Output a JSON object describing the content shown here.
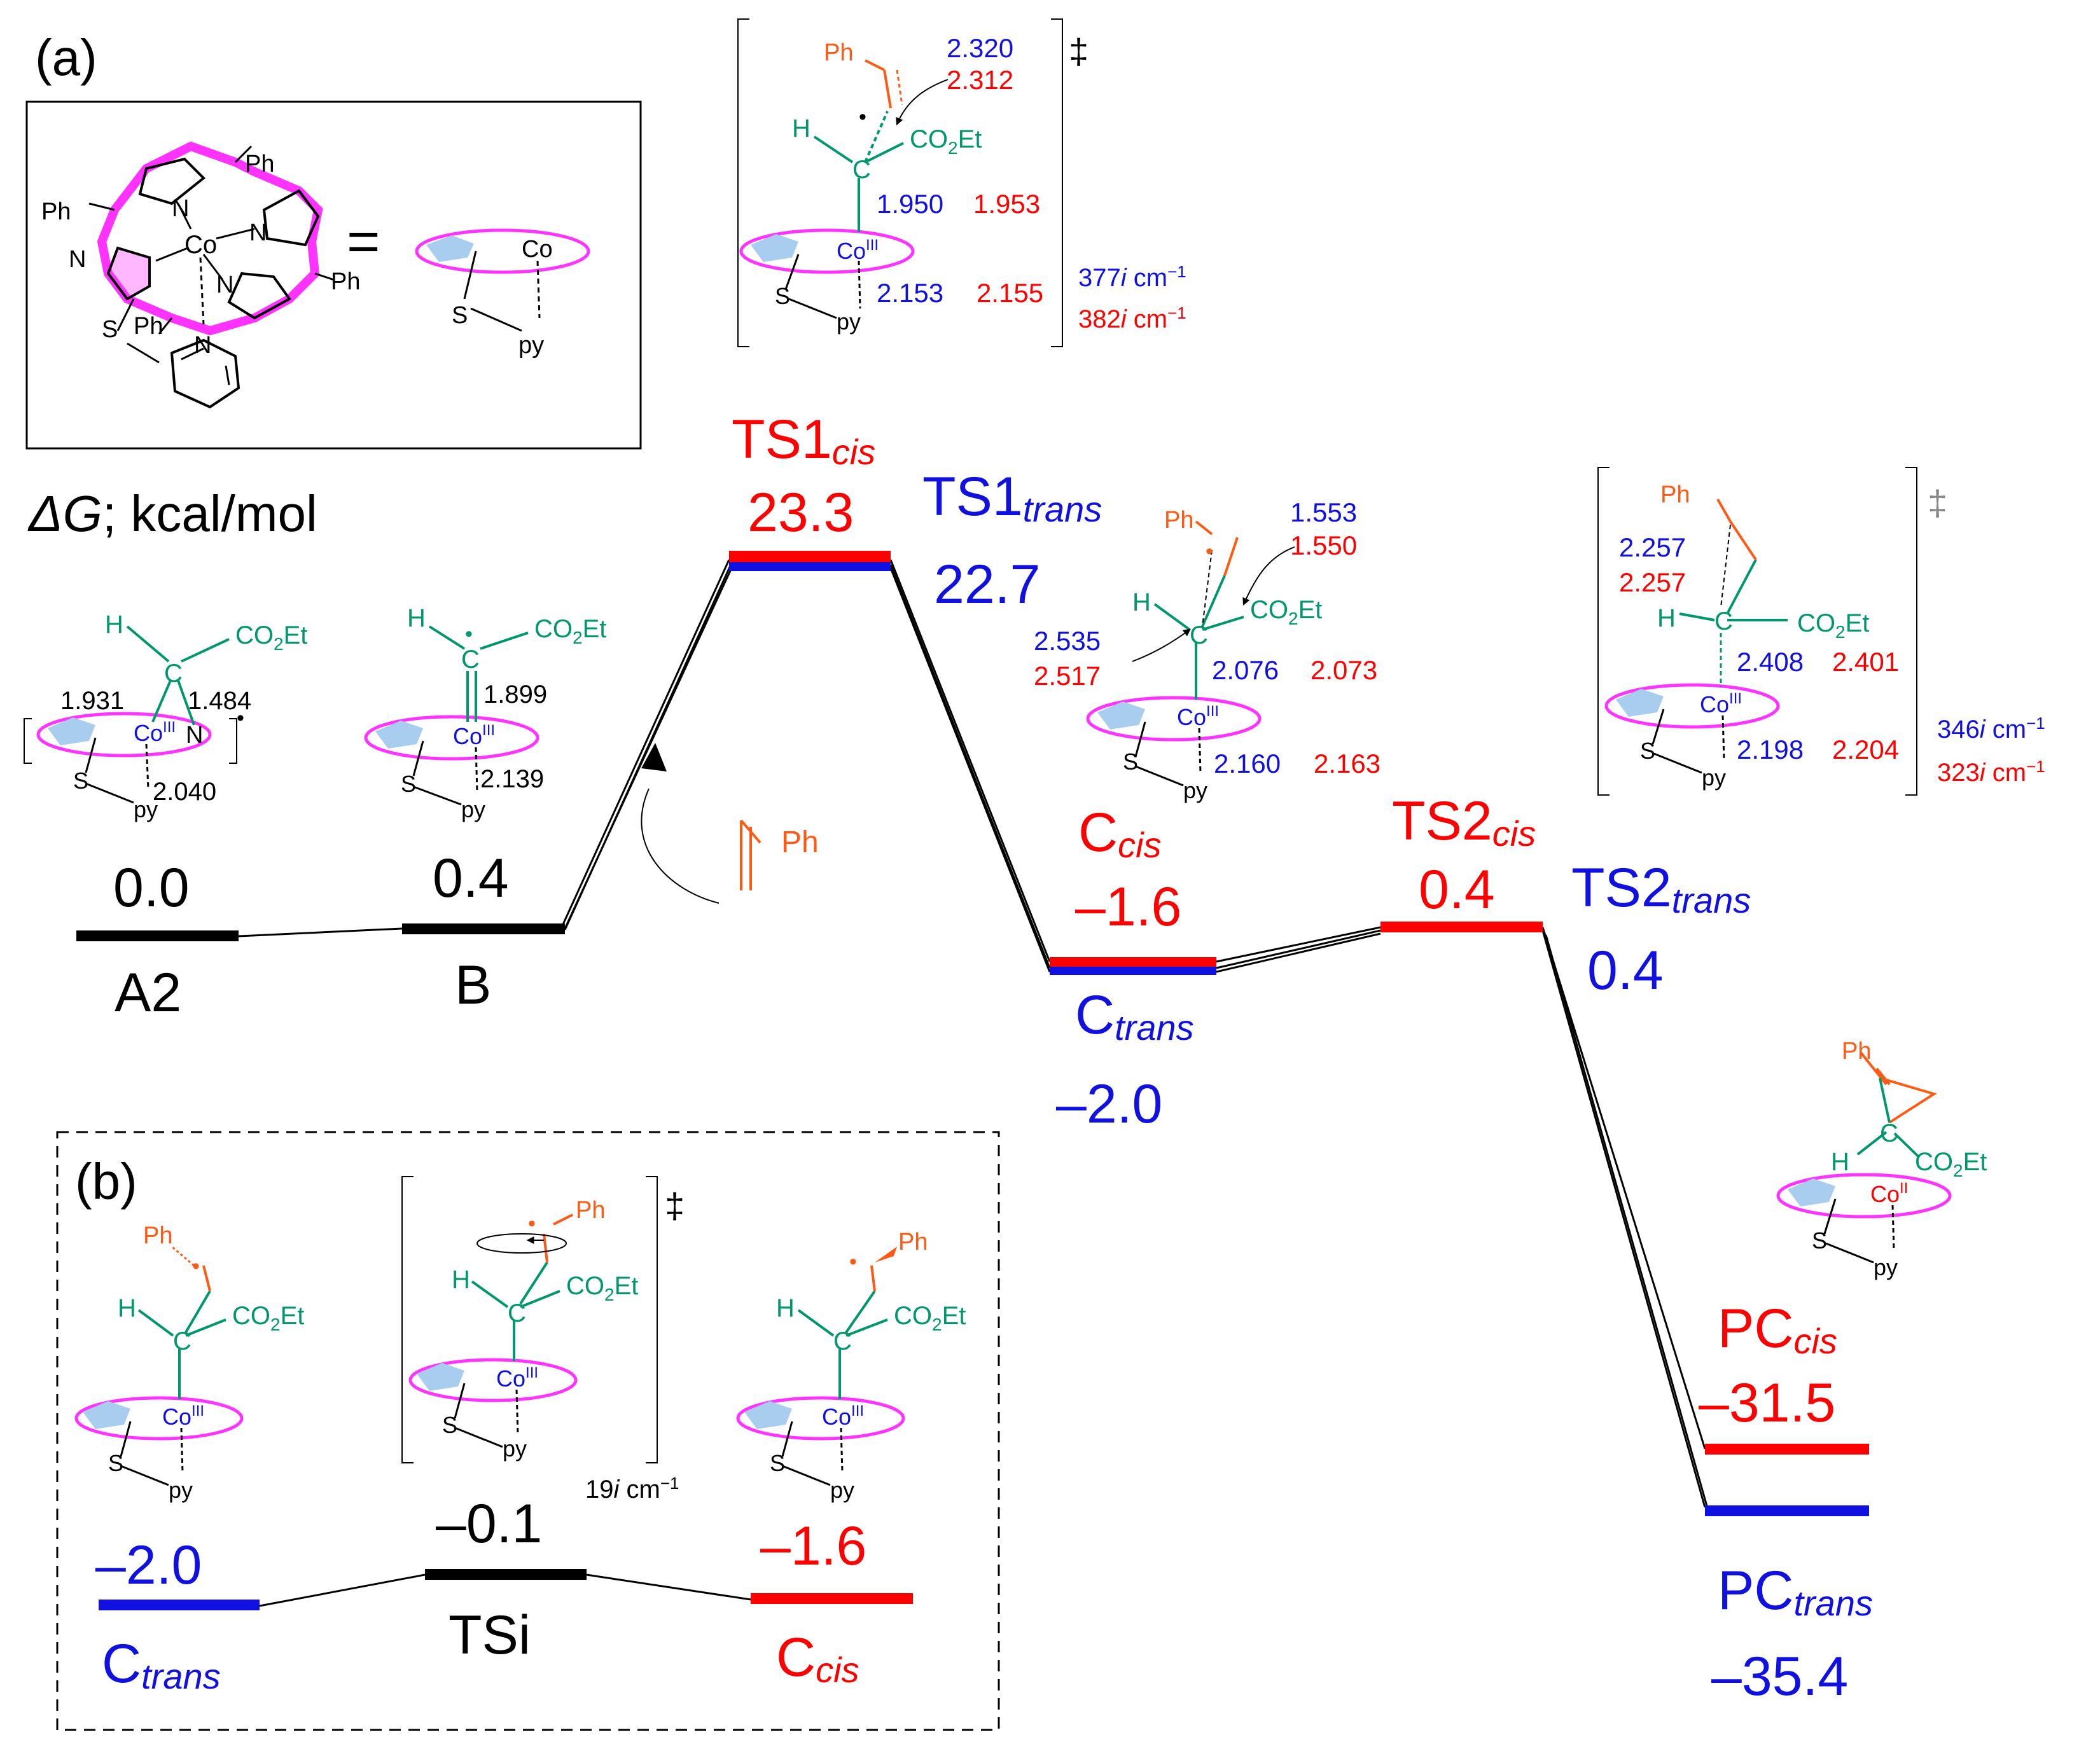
{
  "colors": {
    "cis": "#ff0000",
    "trans": "#1010e0",
    "black": "#000000",
    "green": "#00966e",
    "orange": "#ff5a14",
    "magenta": "#ff33ff",
    "lightblue": "#a8cdee"
  },
  "panel_a": {
    "label": "(a)"
  },
  "panel_b": {
    "label": "(b)"
  },
  "axis_label_italic": "ΔG",
  "axis_label_unit": "; kcal/mol",
  "catalyst": {
    "ph_top": "Ph",
    "ph_left": "Ph",
    "ph_right": "Ph",
    "ph_bottom": "Ph",
    "n_top": "N",
    "n_right": "N",
    "n_left": "N",
    "n_bottom": "N",
    "n_py": "N",
    "s": "S",
    "co": "Co",
    "equals": "=",
    "icon_co": "Co",
    "icon_s": "S",
    "icon_py": "py"
  },
  "states": {
    "A2": {
      "name": "A2",
      "energy": "0.0"
    },
    "B": {
      "name": "B",
      "energy": "0.4"
    },
    "TS1cis": {
      "main": "TS1",
      "sub": "cis",
      "energy": "23.3"
    },
    "TS1trans": {
      "main": "TS1",
      "sub": "trans",
      "energy": "22.7"
    },
    "Ccis": {
      "main": "C",
      "sub": "cis",
      "energy": "–1.6"
    },
    "Ctrans": {
      "main": "C",
      "sub": "trans",
      "energy": "–2.0"
    },
    "TS2cis": {
      "main": "TS2",
      "sub": "cis",
      "energy": "0.4"
    },
    "TS2trans": {
      "main": "TS2",
      "sub": "trans",
      "energy": "0.4"
    },
    "PCcis": {
      "main": "PC",
      "sub": "cis",
      "energy": "–31.5"
    },
    "PCtrans": {
      "main": "PC",
      "sub": "trans",
      "energy": "–35.4"
    }
  },
  "panel_b_states": {
    "Ctrans": {
      "main": "C",
      "sub": "trans",
      "energy": "–2.0"
    },
    "TSi": {
      "name": "TSi",
      "energy": "–0.1"
    },
    "Ccis": {
      "main": "C",
      "sub": "cis",
      "energy": "–1.6"
    }
  },
  "structures": {
    "common": {
      "co3": "Co",
      "co3_sup": "III",
      "co2": "Co",
      "co2_sup": "II",
      "s": "S",
      "py": "py",
      "h": "H",
      "c": "C",
      "co2et": "CO",
      "co2et_sub": "2",
      "co2et_end": "Et",
      "ph": "Ph",
      "n": "N",
      "dagger": "‡",
      "dot": "•"
    },
    "A2": {
      "d1": "1.931",
      "d2": "1.484",
      "d3": "2.040"
    },
    "B": {
      "d1": "1.899",
      "d2": "2.139"
    },
    "TS1": {
      "d_cc_trans": "2.320",
      "d_cc_cis": "2.312",
      "d_coc_trans": "1.950",
      "d_coc_cis": "1.953",
      "d_copy_trans": "2.153",
      "d_copy_cis": "2.155",
      "freq_trans_val": "377",
      "freq_cis_val": "382",
      "freq_i": "i",
      "freq_unit": " cm",
      "freq_exp": "−1"
    },
    "C": {
      "d_top_trans": "1.553",
      "d_top_cis": "1.550",
      "d_left_trans": "2.535",
      "d_left_cis": "2.517",
      "d_coc_trans": "2.076",
      "d_coc_cis": "2.073",
      "d_copy_trans": "2.160",
      "d_copy_cis": "2.163"
    },
    "TS2": {
      "d_cc_trans": "2.257",
      "d_cc_cis": "2.257",
      "d_coc_trans": "2.408",
      "d_coc_cis": "2.401",
      "d_copy_trans": "2.198",
      "d_copy_cis": "2.204",
      "freq_trans_val": "346",
      "freq_cis_val": "323"
    },
    "TSi": {
      "freq_val": "19"
    },
    "styrene": {
      "ph": "Ph"
    }
  }
}
